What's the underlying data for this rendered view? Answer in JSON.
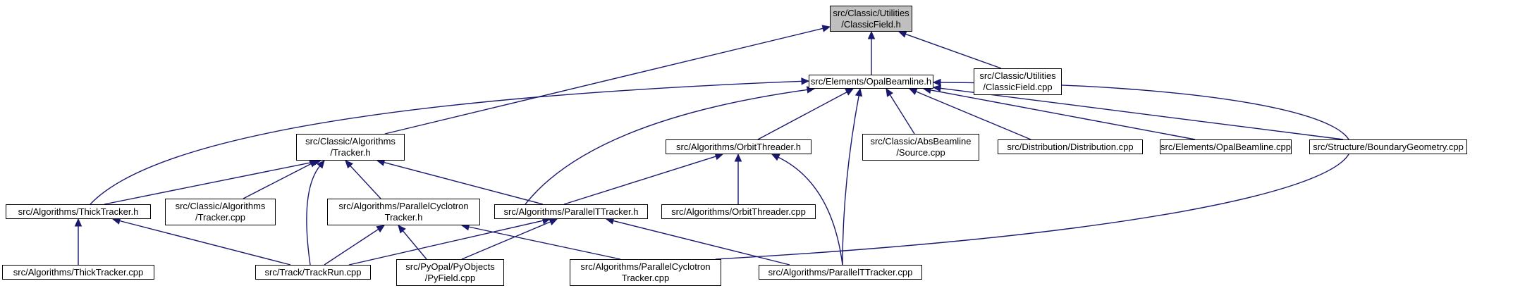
{
  "graph": {
    "edge_color": "#191970",
    "root_fill": "#bfbfbf",
    "node_fill": "#ffffff",
    "nodes": {
      "classic_field_h": [
        "src/Classic/Utilities",
        "/ClassicField.h"
      ],
      "opal_beamline_h": [
        "src/Elements/OpalBeamline.h"
      ],
      "classic_field_cpp": [
        "src/Classic/Utilities",
        "/ClassicField.cpp"
      ],
      "tracker_h": [
        "src/Classic/Algorithms",
        "/Tracker.h"
      ],
      "orbit_threader_h": [
        "src/Algorithms/OrbitThreader.h"
      ],
      "source_cpp": [
        "src/Classic/AbsBeamline",
        "/Source.cpp"
      ],
      "distribution_cpp": [
        "src/Distribution/Distribution.cpp"
      ],
      "opal_beamline_cpp": [
        "src/Elements/OpalBeamline.cpp"
      ],
      "boundary_geometry_cpp": [
        "src/Structure/BoundaryGeometry.cpp"
      ],
      "thick_tracker_h": [
        "src/Algorithms/ThickTracker.h"
      ],
      "tracker_cpp": [
        "src/Classic/Algorithms",
        "/Tracker.cpp"
      ],
      "parallel_cyclotron_tracker_h": [
        "src/Algorithms/ParallelCyclotron",
        "Tracker.h"
      ],
      "parallel_t_tracker_h": [
        "src/Algorithms/ParallelTTracker.h"
      ],
      "orbit_threader_cpp": [
        "src/Algorithms/OrbitThreader.cpp"
      ],
      "thick_tracker_cpp": [
        "src/Algorithms/ThickTracker.cpp"
      ],
      "track_run_cpp": [
        "src/Track/TrackRun.cpp"
      ],
      "py_field_cpp": [
        "src/PyOpal/PyObjects",
        "/PyField.cpp"
      ],
      "parallel_cyclotron_tracker_cpp": [
        "src/Algorithms/ParallelCyclotron",
        "Tracker.cpp"
      ],
      "parallel_t_tracker_cpp": [
        "src/Algorithms/ParallelTTracker.cpp"
      ]
    },
    "edges": [
      [
        "opal_beamline_h",
        "classic_field_h"
      ],
      [
        "classic_field_cpp",
        "classic_field_h"
      ],
      [
        "tracker_h",
        "classic_field_h"
      ],
      [
        "thick_tracker_h",
        "opal_beamline_h"
      ],
      [
        "parallel_t_tracker_h",
        "opal_beamline_h"
      ],
      [
        "orbit_threader_h",
        "opal_beamline_h"
      ],
      [
        "source_cpp",
        "opal_beamline_h"
      ],
      [
        "distribution_cpp",
        "opal_beamline_h"
      ],
      [
        "opal_beamline_cpp",
        "opal_beamline_h"
      ],
      [
        "boundary_geometry_cpp",
        "opal_beamline_h"
      ],
      [
        "parallel_t_tracker_cpp",
        "opal_beamline_h"
      ],
      [
        "parallel_cyclotron_tracker_cpp",
        "opal_beamline_h"
      ],
      [
        "thick_tracker_h",
        "tracker_h"
      ],
      [
        "tracker_cpp",
        "tracker_h"
      ],
      [
        "parallel_cyclotron_tracker_h",
        "tracker_h"
      ],
      [
        "parallel_t_tracker_h",
        "tracker_h"
      ],
      [
        "track_run_cpp",
        "tracker_h"
      ],
      [
        "parallel_t_tracker_h",
        "orbit_threader_h"
      ],
      [
        "orbit_threader_cpp",
        "orbit_threader_h"
      ],
      [
        "parallel_t_tracker_cpp",
        "orbit_threader_h"
      ],
      [
        "thick_tracker_cpp",
        "thick_tracker_h"
      ],
      [
        "track_run_cpp",
        "thick_tracker_h"
      ],
      [
        "track_run_cpp",
        "parallel_cyclotron_tracker_h"
      ],
      [
        "py_field_cpp",
        "parallel_cyclotron_tracker_h"
      ],
      [
        "parallel_cyclotron_tracker_cpp",
        "parallel_cyclotron_tracker_h"
      ],
      [
        "track_run_cpp",
        "parallel_t_tracker_h"
      ],
      [
        "py_field_cpp",
        "parallel_t_tracker_h"
      ],
      [
        "parallel_t_tracker_cpp",
        "parallel_t_tracker_h"
      ]
    ]
  }
}
